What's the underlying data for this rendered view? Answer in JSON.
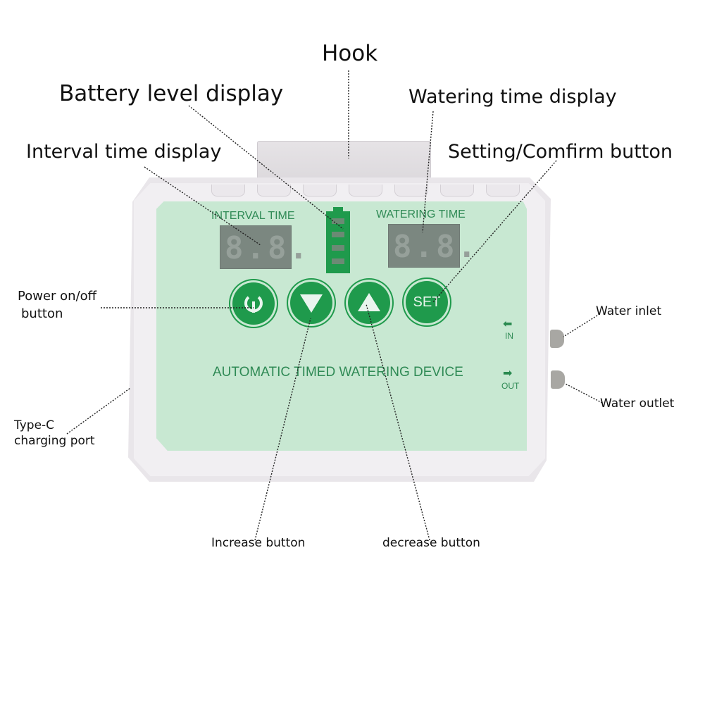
{
  "title": "Automatic Timed Watering Device - Component Diagram",
  "callouts": {
    "hook": "Hook",
    "battery": "Battery level display",
    "watering_time": "Watering time display",
    "interval_time": "Interval time display",
    "setting": "Setting/Comfirm button",
    "power": [
      "Power on/off",
      "button"
    ],
    "type_c": [
      "Type-C",
      "charging port"
    ],
    "water_inlet": "Water inlet",
    "water_outlet": "Water outlet",
    "increase": "Increase button",
    "decrease": "decrease button"
  },
  "device": {
    "interval_label": "INTERVAL TIME",
    "watering_label": "WATERING TIME",
    "interval_digits": "8.8.",
    "watering_digits": "8.8.",
    "battery_bars": 4,
    "buttons": [
      {
        "name": "power",
        "icon": "power-icon"
      },
      {
        "name": "down",
        "icon": "triangle-down-icon"
      },
      {
        "name": "up",
        "icon": "triangle-up-icon"
      },
      {
        "name": "set",
        "label": "SET"
      }
    ],
    "product_name": "AUTOMATIC TIMED WATERING DEVICE",
    "in_label": "IN",
    "out_label": "OUT",
    "accent_color": "#1f9a4c",
    "panel_color": "#c8e8d2"
  }
}
